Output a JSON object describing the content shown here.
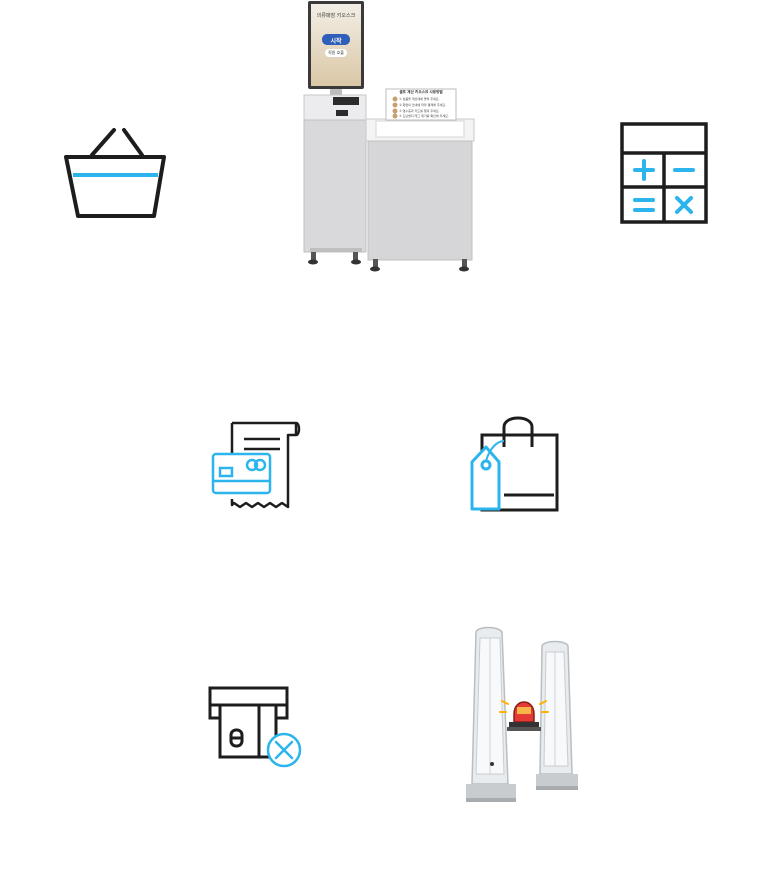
{
  "kiosk": {
    "screen_title": "의류매장 키오스크",
    "start_button": "시작",
    "sub_button": "직원 호출",
    "sign_title": "셀프 계산 키오스크 사용방법",
    "sign_steps": [
      "① 상품을 계산대에 올려 주세요.",
      "② 화면의 안내에 따라 결제해 주세요.",
      "③ 영수증과 카드를 챙겨 주세요.",
      "④ 도난방지 태그 제거를 확인해 주세요."
    ]
  },
  "icons": [
    "shopping-basket-icon",
    "calculator-icon",
    "card-receipt-icon",
    "shopping-bag-tag-icon",
    "card-declined-icon",
    "security-gate-alarm-icon"
  ],
  "colors": {
    "accent": "#2bb5ec",
    "stroke": "#1d1d1d",
    "kiosk_body": "#d9d9db",
    "screen_button": "#2f5fb8",
    "alarm_red": "#e53935"
  }
}
